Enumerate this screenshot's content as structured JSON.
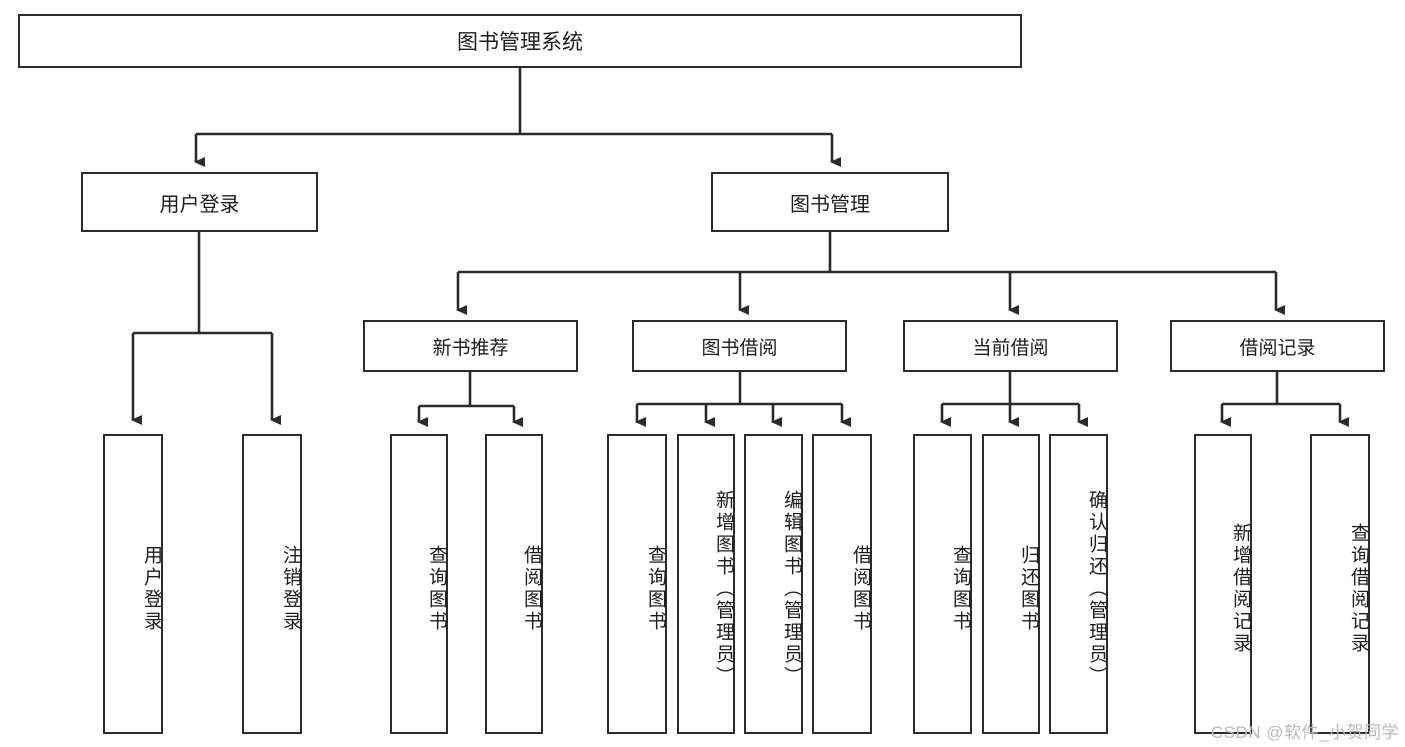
{
  "diagram": {
    "type": "tree",
    "title": "图书管理系统",
    "watermark": "CSDN @软件_小贺同学",
    "colors": {
      "stroke": "#2b2b2b",
      "fill": "#ffffff",
      "text": "#1d1d1d",
      "watermark": "#b9b9b9"
    },
    "root": {
      "label": "图书管理系统"
    },
    "tier2": [
      {
        "label": "用户登录"
      },
      {
        "label": "图书管理"
      }
    ],
    "tier3": [
      {
        "label": "新书推荐"
      },
      {
        "label": "图书借阅"
      },
      {
        "label": "当前借阅"
      },
      {
        "label": "借阅记录"
      }
    ],
    "leaves": {
      "user_login": [
        {
          "label": "用户登录"
        },
        {
          "label": "注销登录"
        }
      ],
      "new_book_recommend": [
        {
          "label": "查询图书"
        },
        {
          "label": "借阅图书"
        }
      ],
      "book_borrow": [
        {
          "label": "查询图书"
        },
        {
          "label": "新增图书（管理员）"
        },
        {
          "label": "编辑图书（管理员）"
        },
        {
          "label": "借阅图书"
        }
      ],
      "current_borrow": [
        {
          "label": "查询图书"
        },
        {
          "label": "归还图书"
        },
        {
          "label": "确认归还（管理员）"
        }
      ],
      "borrow_record": [
        {
          "label": "新增借阅记录"
        },
        {
          "label": "查询借阅记录"
        }
      ]
    }
  }
}
